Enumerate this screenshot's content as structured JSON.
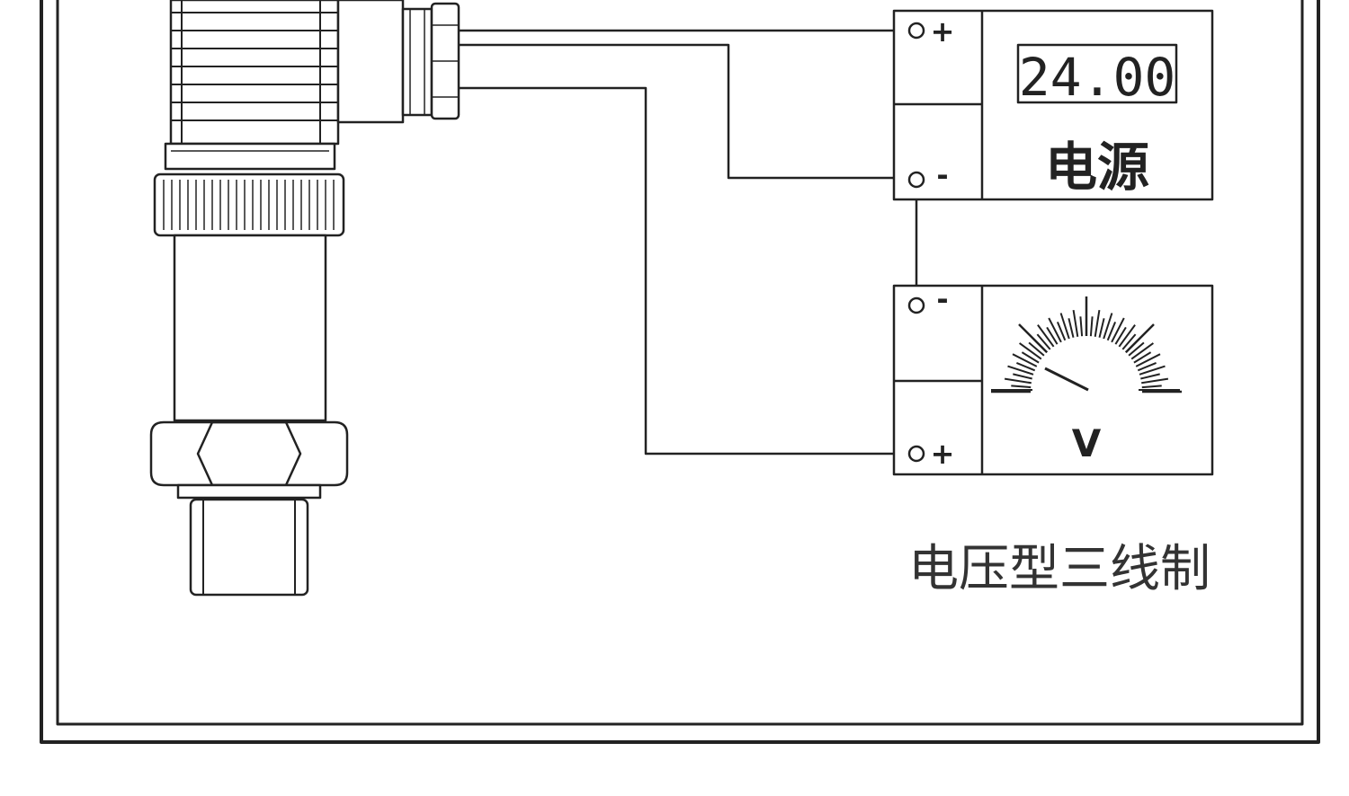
{
  "colors": {
    "line": "#222222",
    "background": "#ffffff"
  },
  "power_supply": {
    "display_value": "24.00",
    "label": "电源"
  },
  "voltmeter": {
    "unit": "V"
  },
  "terminals": {
    "plus": "+",
    "minus": "-"
  },
  "caption": "电压型三线制"
}
